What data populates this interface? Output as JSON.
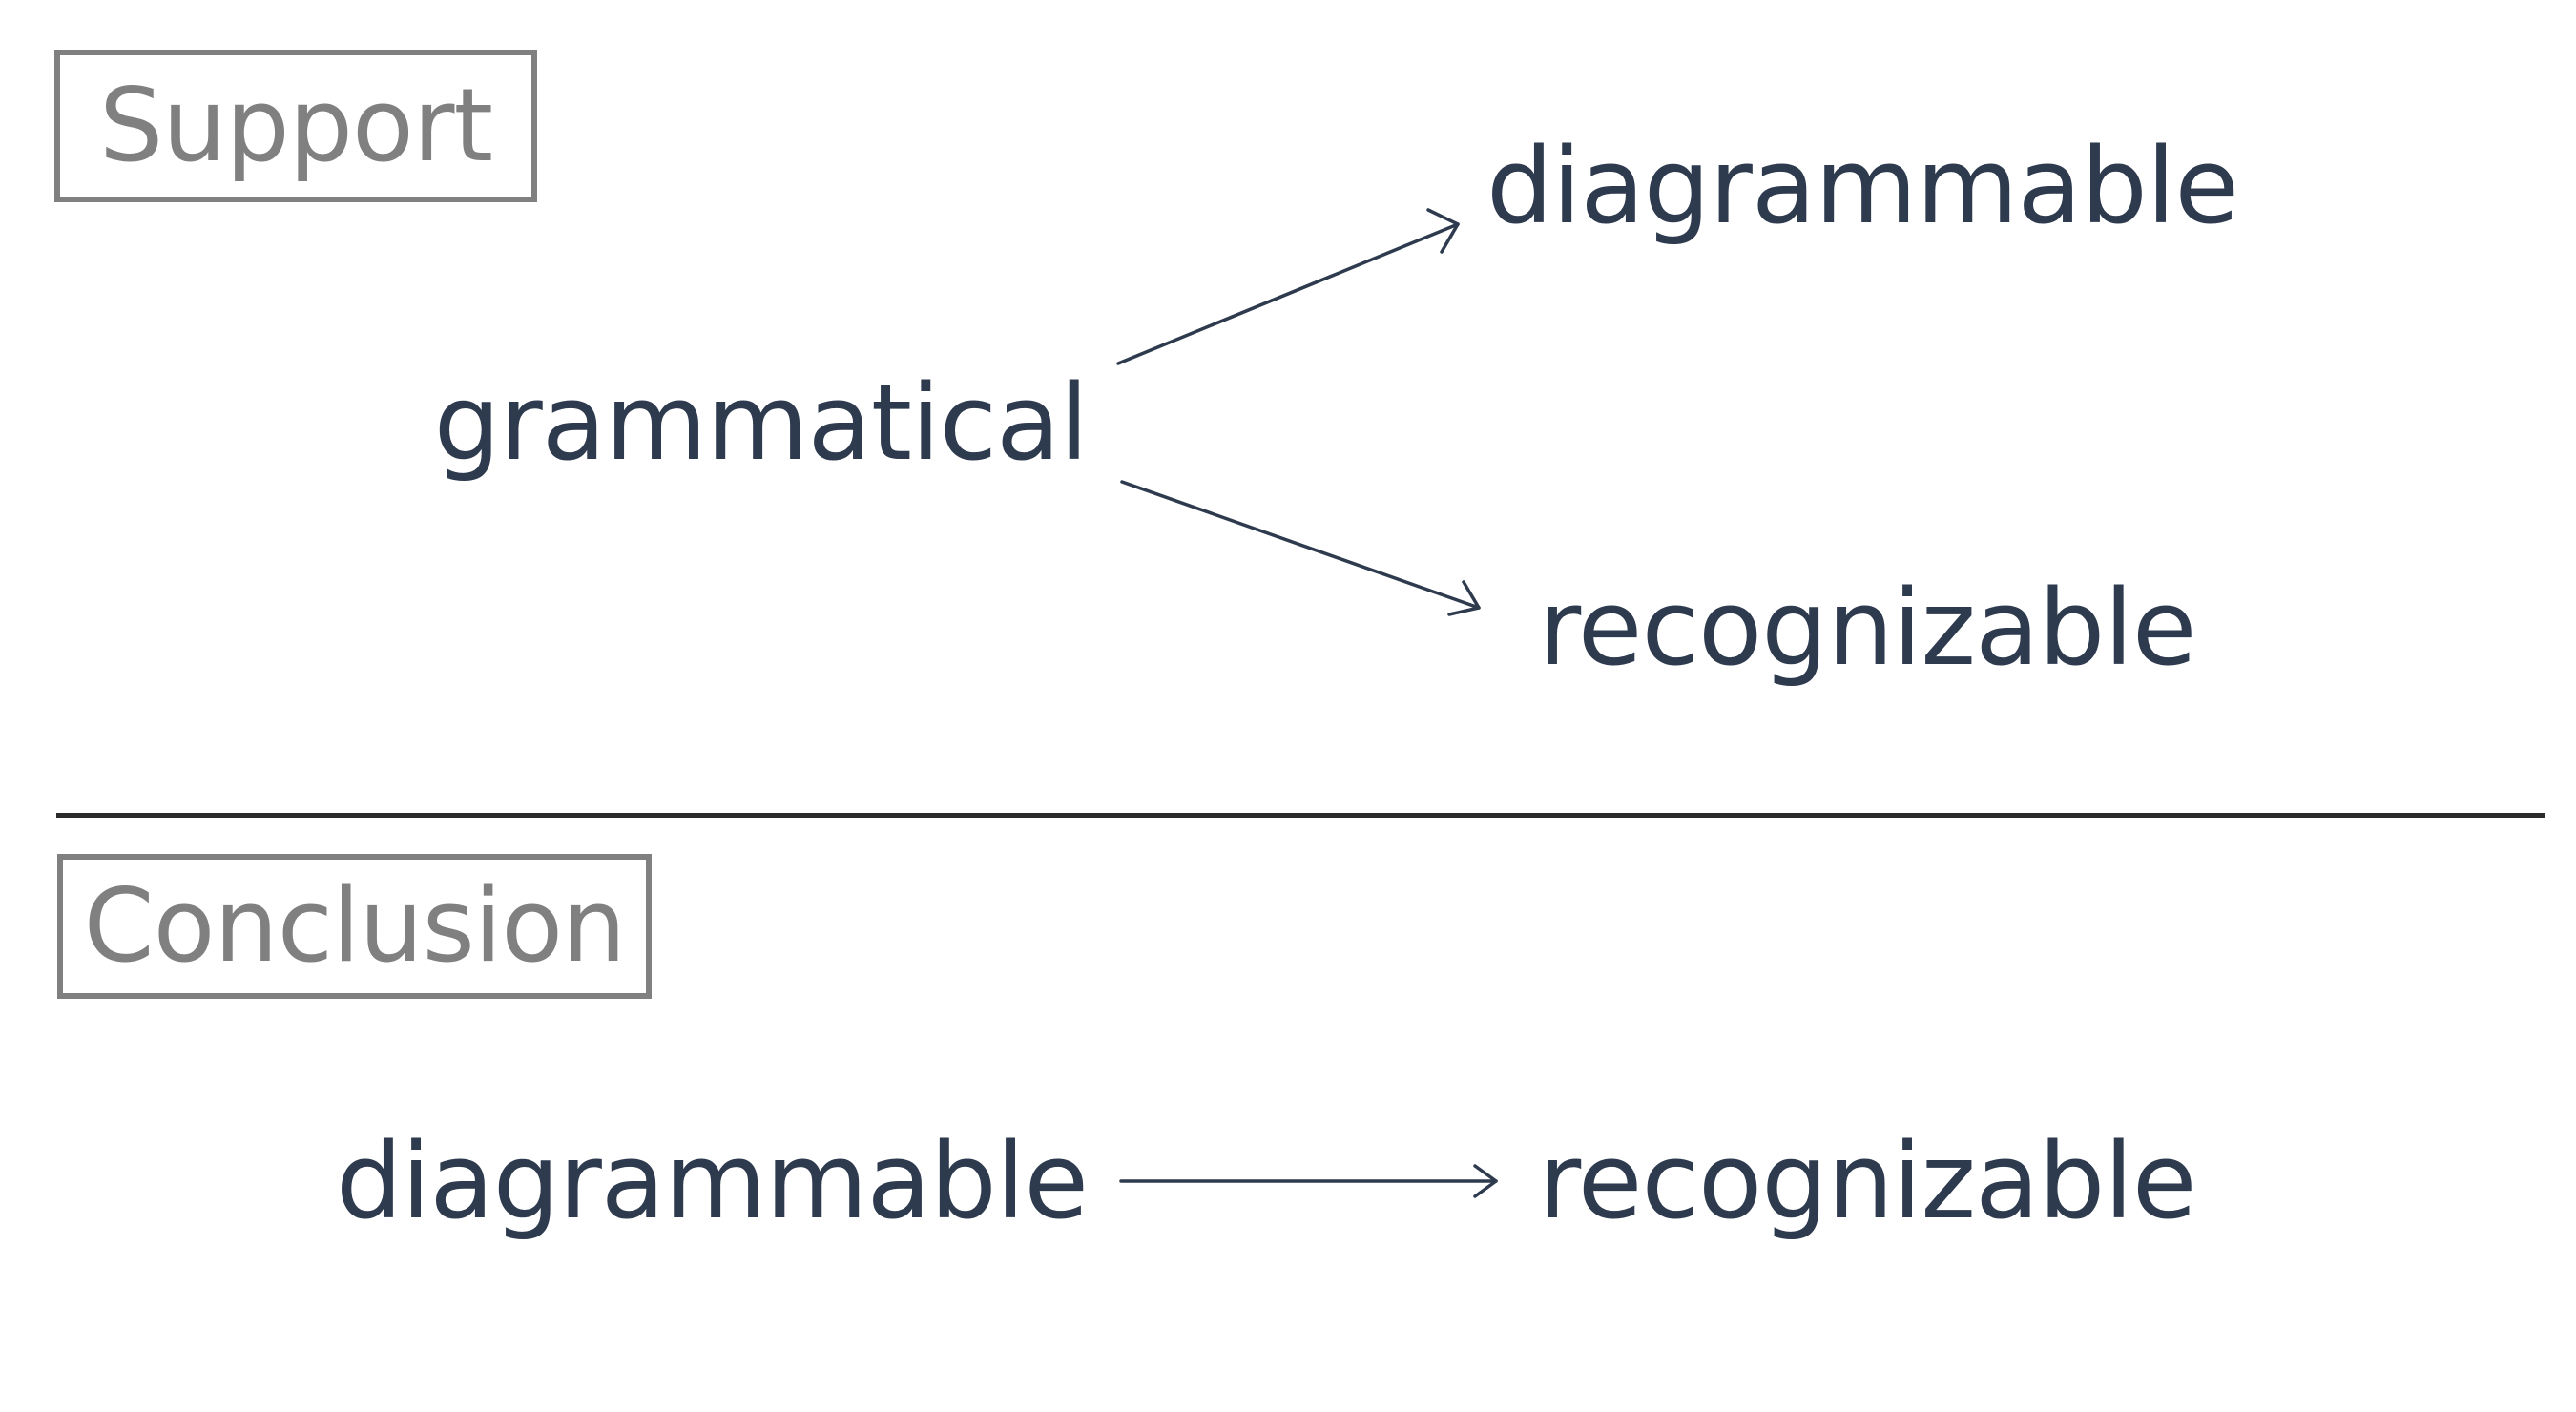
{
  "support": {
    "title": "Support",
    "premise_term": "grammatical",
    "conclusion_terms": [
      "diagrammable",
      "recognizable"
    ]
  },
  "conclusion": {
    "title": "Conclusion",
    "from_term": "diagrammable",
    "to_term": "recognizable"
  },
  "colors": {
    "term_text": "#2e3a4e",
    "box_outline": "#808080",
    "divider": "#2b2b2b"
  }
}
